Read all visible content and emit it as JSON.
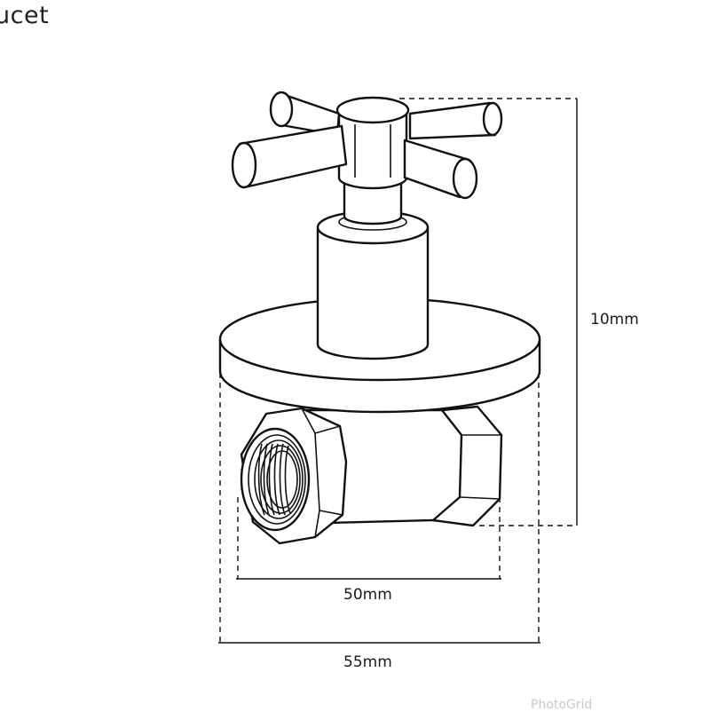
{
  "title": "ucet",
  "dimensions": {
    "height": "10mm",
    "inner_width": "50mm",
    "outer_width": "55mm"
  },
  "watermark": "PhotoGrid"
}
